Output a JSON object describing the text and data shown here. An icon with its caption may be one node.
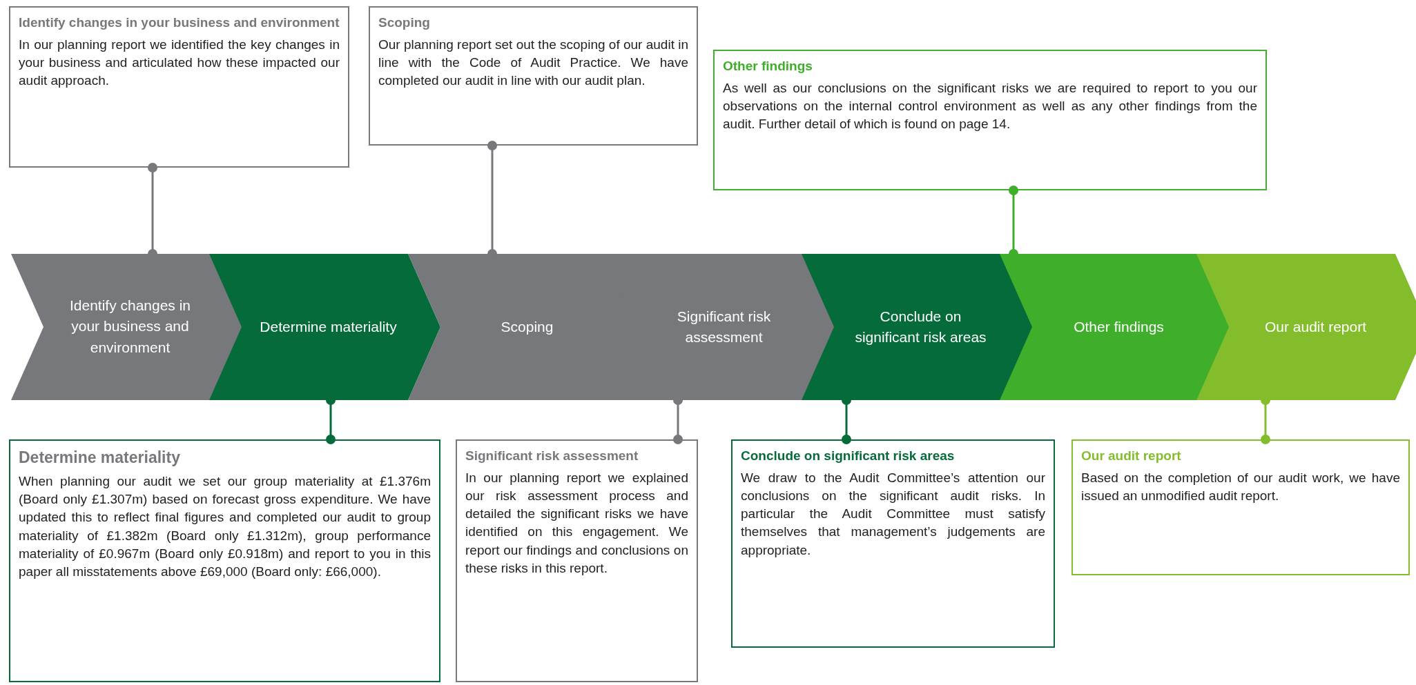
{
  "diagram": {
    "nodes": [
      {
        "text": [
          "Identify changes in your business and environment",
          "In our planning report we identified the key changes in your business and articulated how these impacted our audit approach."
        ]
      },
      {
        "text": [
          "Scoping",
          "Our planning report set out the scoping of our audit in line with the Code of Audit Practice. We have completed our audit in line with our audit plan."
        ]
      },
      {
        "text": [
          "Other findings",
          "As well as our conclusions on the significant risks we are required to report to you our observations on the internal control environment as well as any other findings from the audit. Further detail of which is found on page 14."
        ]
      },
      {
        "text": [
          "Identify changes in your business and environment"
        ]
      },
      {
        "text": [
          "Determine materiality"
        ]
      },
      {
        "text": [
          "Scoping"
        ]
      },
      {
        "text": [
          "Significant risk assessment"
        ]
      },
      {
        "text": [
          "Conclude on significant risk areas"
        ]
      },
      {
        "text": [
          "Other findings"
        ]
      },
      {
        "text": [
          "Our audit report"
        ]
      },
      {
        "text": [
          "Determine materiality",
          "When planning our audit we set our group materiality at £1.376m (Board only £1.307m) based on forecast gross expenditure. We have updated this to reflect final figures and completed our audit to group materiality of £1.382m (Board only £1.312m), group performance materiality of £0.967m (Board only £0.918m) and report to you in this paper all misstatements above £69,000 (Board only: £66,000)."
        ]
      },
      {
        "text": [
          "Significant risk assessment",
          "In our planning report we explained our risk assessment process and detailed the significant risks we have identified on this engagement. We report our findings and conclusions on these risks in this report."
        ]
      },
      {
        "text": [
          "Conclude on significant risk areas",
          "We draw to the Audit Committee’s attention our conclusions on the significant audit risks. In particular the Audit Committee must satisfy themselves that management’s judgements are appropriate."
        ]
      },
      {
        "text": [
          "Our audit report",
          "Based on the completion of our audit work, we have issued an unmodified audit report."
        ]
      }
    ],
    "edges": [
      {
        "from": 0,
        "to": 3,
        "arrow": "other"
      },
      {
        "from": 1,
        "to": 5,
        "arrow": "other"
      },
      {
        "from": 2,
        "to": 8,
        "arrow": "other",
        "color": "#3fae2a"
      },
      {
        "from": 10,
        "to": 4,
        "arrow": "other",
        "color": "#056b3a"
      },
      {
        "from": 11,
        "to": 6,
        "arrow": "other"
      },
      {
        "from": 12,
        "to": 7,
        "arrow": "other",
        "color": "#056b3a"
      },
      {
        "from": 13,
        "to": 9,
        "arrow": "other",
        "color": "#84bd2b"
      }
    ]
  }
}
